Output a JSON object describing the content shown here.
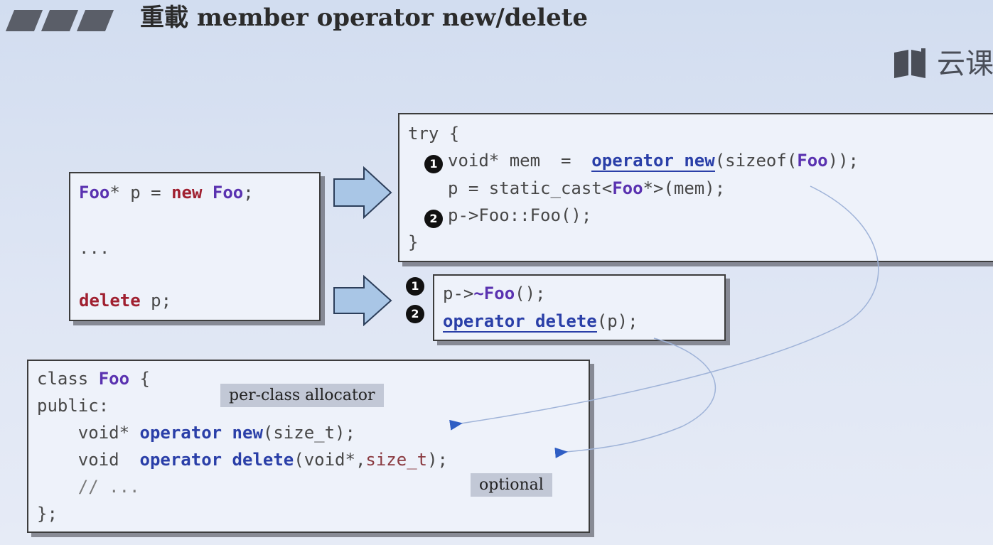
{
  "header": {
    "title": "重載 member operator new/delete",
    "logo_text": "云课"
  },
  "left_box": {
    "line1": {
      "type": "Foo",
      "ptr": "* p = ",
      "new": "new",
      "cls": "Foo",
      "end": ";"
    },
    "line2": "...",
    "line3": {
      "del": "delete",
      "rest": " p;"
    }
  },
  "try_box": {
    "open": "try {",
    "badge1": "1",
    "l1_a": "void* mem  =  ",
    "l1_op": "operator new",
    "l1_b": "(sizeof(",
    "l1_foo": "Foo",
    "l1_c": "));",
    "l2_a": "p = static_cast<",
    "l2_foo": "Foo",
    "l2_b": "*>(mem);",
    "badge2": "2",
    "l3": "p->Foo::Foo();",
    "close": "}"
  },
  "delete_box": {
    "badge1": "1",
    "l1_a": "p->",
    "l1_foo": "~Foo",
    "l1_b": "();",
    "badge2": "2",
    "l2_op": "operator delete",
    "l2_b": "(p);"
  },
  "class_box": {
    "l1_a": "class ",
    "l1_foo": "Foo",
    "l1_b": " {",
    "l2": "public:",
    "l3_a": "    void* ",
    "l3_op": "operator new",
    "l3_b": "(size_t);",
    "l4_a": "    void  ",
    "l4_op": "operator delete",
    "l4_b": "(void*,",
    "l4_c": "size_t",
    "l4_d": ");",
    "l5": "    // ...",
    "l6": "};"
  },
  "tags": {
    "allocator": "per-class allocator",
    "optional": "optional"
  },
  "colors": {
    "purple": "#5a32b0",
    "red": "#a02030",
    "blue": "#2a3fa8",
    "arrow_fill": "#a9c6e6",
    "connector": "#2f5ec4"
  }
}
